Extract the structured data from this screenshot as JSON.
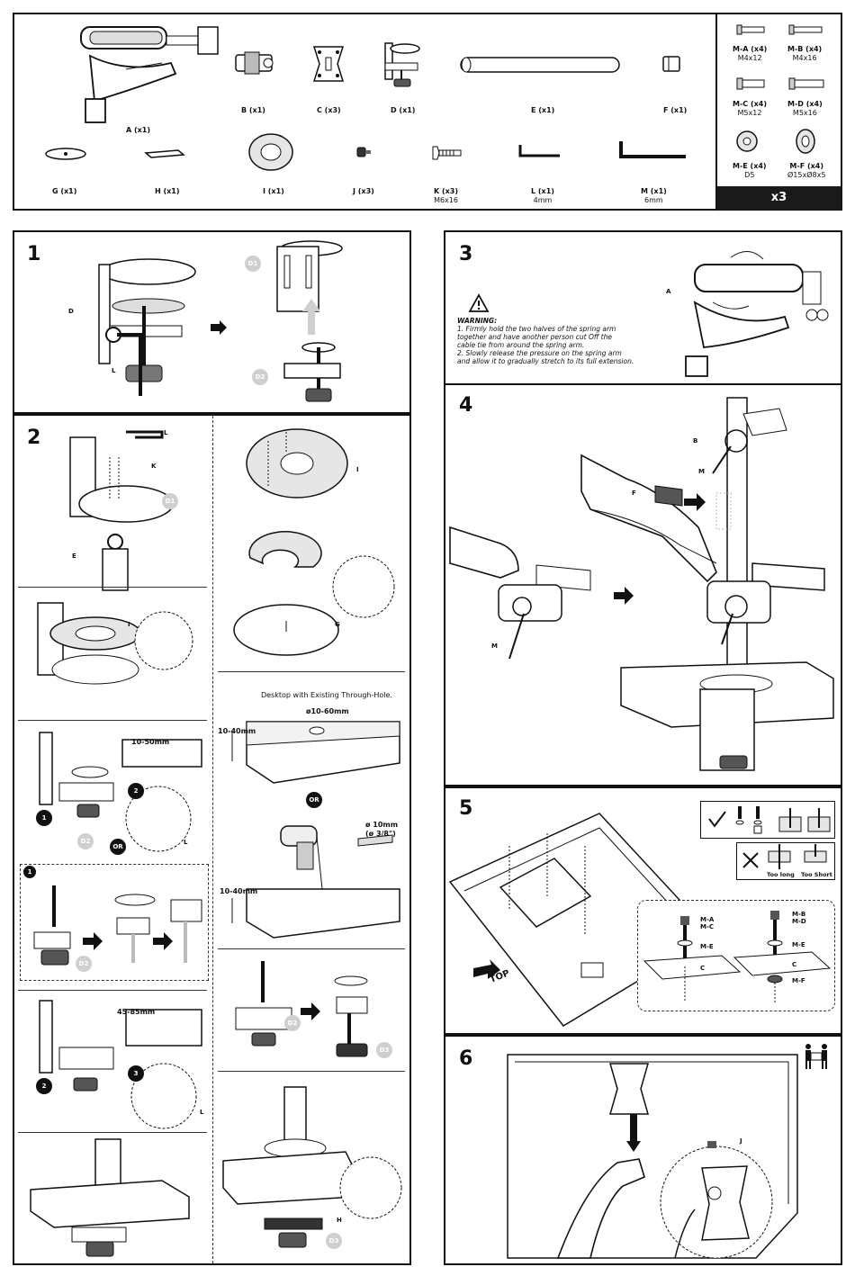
{
  "parts": {
    "A": "A (x1)",
    "B": "B (x1)",
    "C": "C (x3)",
    "D": "D (x1)",
    "E": "E (x1)",
    "F": "F (x1)",
    "G": "G (x1)",
    "H": "H (x1)",
    "I": "I (x1)",
    "J": "J (x3)",
    "K": "K (x3)",
    "K_sub": "M6x16",
    "L": "L (x1)",
    "L_sub": "4mm",
    "M": "M (x1)",
    "M_sub": "6mm"
  },
  "screws": {
    "MA": "M-A (x4)",
    "MA_sub": "M4x12",
    "MB": "M-B (x4)",
    "MB_sub": "M4x16",
    "MC": "M-C (x4)",
    "MC_sub": "M5x12",
    "MD": "M-D (x4)",
    "MD_sub": "M5x16",
    "ME": "M-E (x4)",
    "ME_sub": "D5",
    "MF": "M-F (x4)",
    "MF_sub": "Ø15xØ8x5",
    "count": "x3"
  },
  "steps": {
    "s1": "1",
    "s2": "2",
    "s3": "3",
    "s4": "4",
    "s5": "5",
    "s6": "6"
  },
  "callouts": {
    "D": "D",
    "L": "L",
    "K": "K",
    "E": "E",
    "I": "I",
    "G": "G",
    "H": "H",
    "A": "A",
    "B": "B",
    "M": "M",
    "F": "F",
    "C": "C",
    "J": "J",
    "D1": "D1",
    "D2": "D2",
    "D3": "D3",
    "MAC": "M-A\nM-C",
    "ME": "M-E",
    "MBD": "M-B\nM-D",
    "MF": "M-F",
    "OR": "OR",
    "top": "TOP",
    "n1": "1",
    "n2": "2",
    "n3": "3"
  },
  "dims": {
    "d1050": "10-50mm",
    "d4585": "45-85mm",
    "d1040a": "10-40mm",
    "d1040b": "10-40mm",
    "hole": "ø10-60mm",
    "drill": "ø 10mm",
    "drill_in": "(ø 3/8\")",
    "through_hole": "Desktop with Existing Through-Hole."
  },
  "warning": {
    "title": "WARNING:",
    "line1": "1. Firmly hold the two halves of the spring arm",
    "line2": "together and have another person cut Off the",
    "line3": "cable tie from around the spring arm.",
    "line4": "2. Slowly release the pressure on the spring arm",
    "line5": "and allow it to gradually stretch to its full extension."
  },
  "step5": {
    "too_long": "Too long",
    "too_short": "Too Short"
  }
}
